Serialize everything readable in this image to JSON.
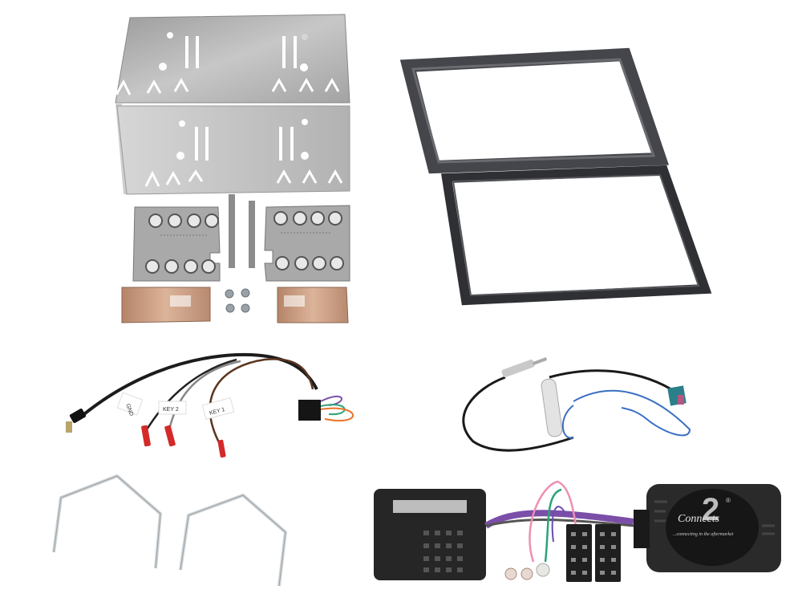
{
  "image": {
    "subject": "Double DIN car stereo fitting kit components",
    "background": "#ffffff"
  },
  "parts": [
    {
      "id": "cage",
      "name": "Double DIN mounting cage with side brackets and screws",
      "color": "#b8b8b8"
    },
    {
      "id": "fascia",
      "name": "Double DIN fascia surround (two-piece)",
      "color": "#3f4045"
    },
    {
      "id": "stalk-harness",
      "name": "Steering control patch lead",
      "color": "#1c1c1c"
    },
    {
      "id": "antenna-adapter",
      "name": "Aerial adapter (Fakra to DIN)",
      "color": "#2c7f8a"
    },
    {
      "id": "release-keys",
      "name": "Radio release keys",
      "color": "#cfd3d6"
    },
    {
      "id": "steering-interface",
      "name": "Steering wheel control interface with ISO harness",
      "color": "#2a2a2a"
    }
  ],
  "labels": {
    "gnd": "GND",
    "key2": "KEY 2",
    "key1": "KEY 1"
  },
  "brand": {
    "number": "2",
    "name": "Connects",
    "reg": "®",
    "tagline": "...connecting in the aftermarket"
  },
  "colors": {
    "red_connector": "#d42a2a",
    "wire_purple": "#7b4fa8",
    "wire_green": "#2aa37a",
    "wire_orange": "#e8742a",
    "wire_pink": "#ee8fb4",
    "wire_blue": "#3a6fc4",
    "wire_brown": "#5a3520",
    "copper_plate": "#c99a7e"
  }
}
